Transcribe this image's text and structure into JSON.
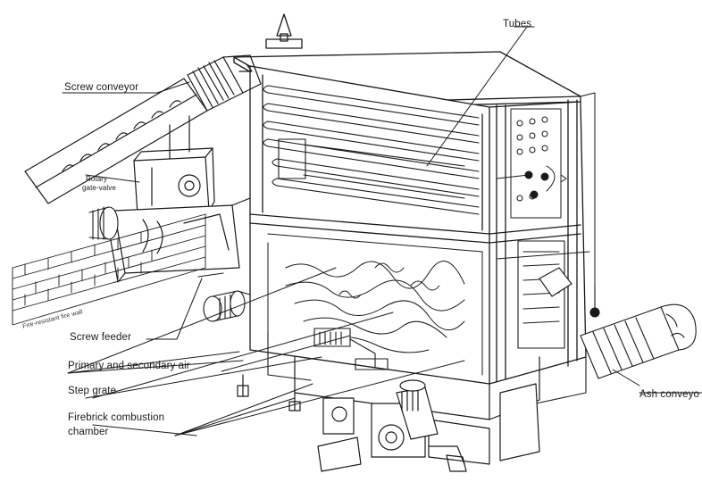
{
  "labels": {
    "tubes": "Tubes",
    "screw_conveyor": "Screw conveyor",
    "rotary_valve_line1": "Rotary",
    "rotary_valve_line2": "gate-valve",
    "screw_feeder": "Screw feeder",
    "primary_secondary_air": "Primary and secondary air",
    "step_grate": "Step grate",
    "firebrick_line1": "Firebrick combustion",
    "firebrick_line2": "chamber",
    "ash_conveyor": "Ash conveyo",
    "wall_label": "Fire-resistant fire wall"
  },
  "colors": {
    "ink": "#1a1a1a",
    "paper": "#ffffff"
  },
  "icons": [
    "exhaust-arrow-icon",
    "motor-icon",
    "wheel-handle-icon"
  ]
}
